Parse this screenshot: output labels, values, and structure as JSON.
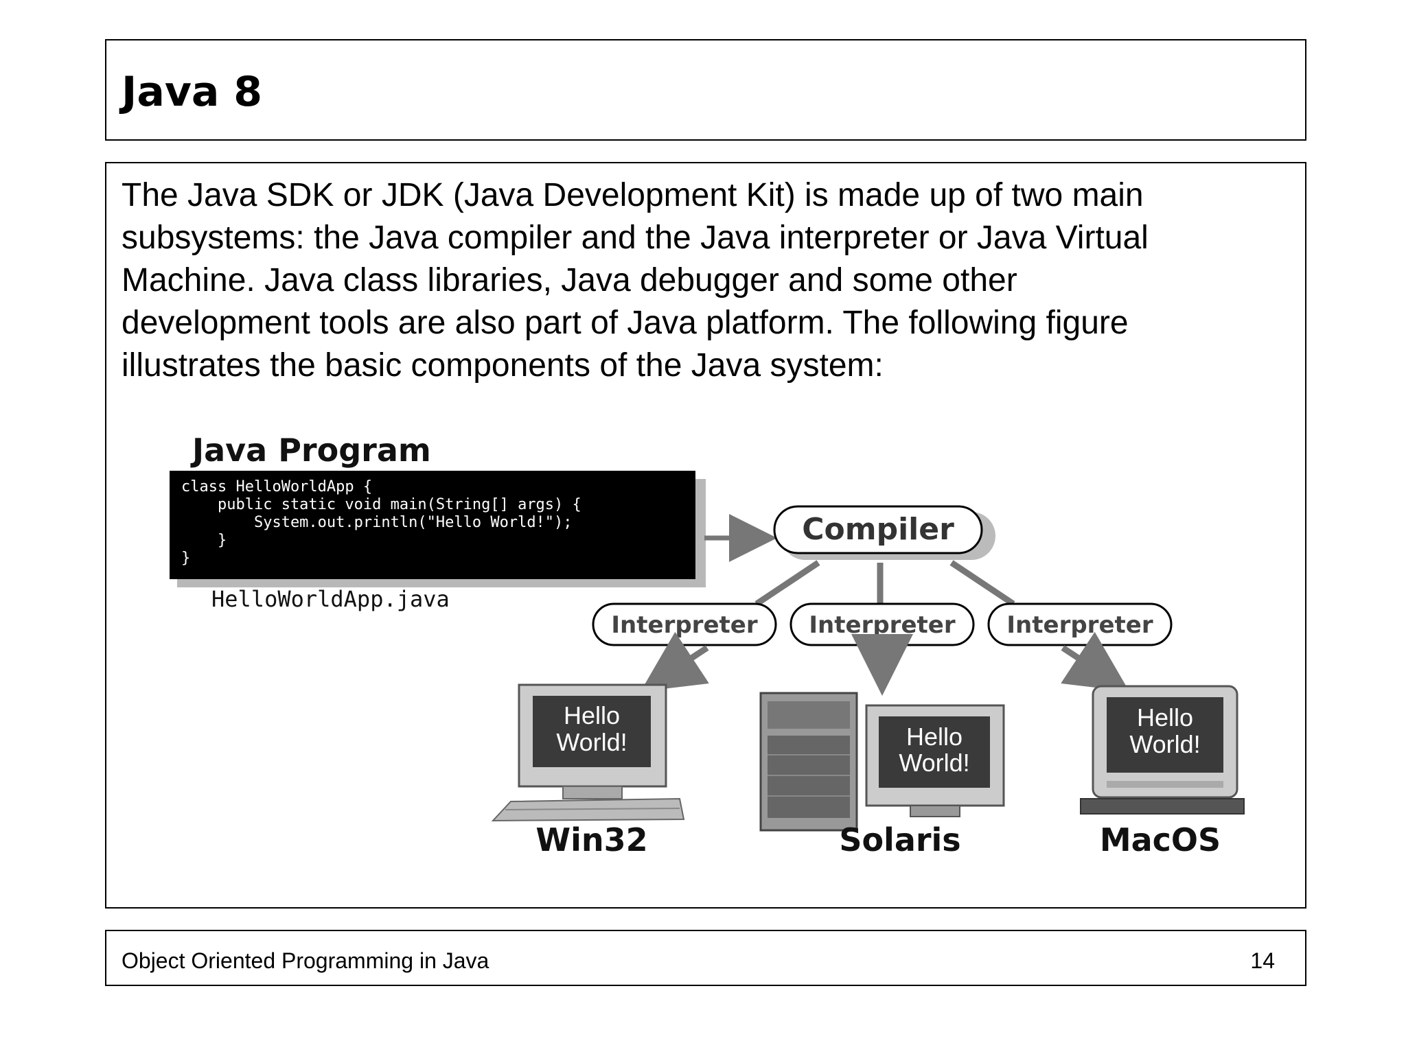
{
  "slide": {
    "title": "Java 8",
    "body_lines": [
      "The Java SDK or JDK (Java Development Kit) is made up of two main",
      "subsystems: the Java compiler and the Java interpreter or Java Virtual",
      "Machine.  Java class libraries, Java debugger and some other",
      "development tools are also part of Java platform.  The following figure",
      "illustrates the basic components of the Java system:"
    ],
    "footer_left": "Object Oriented Programming in Java",
    "footer_right": "14"
  },
  "diagram": {
    "program_heading": "Java Program",
    "code_lines": [
      "class HelloWorldApp {",
      "    public static void main(String[] args) {",
      "        System.out.println(\"Hello World!\");",
      "    }",
      "}"
    ],
    "file_name": "HelloWorldApp.java",
    "compiler_label": "Compiler",
    "interpreter_labels": [
      "Interpreter",
      "Interpreter",
      "Interpreter"
    ],
    "screen_line1": "Hello",
    "screen_line2": "World!",
    "platforms": [
      "Win32",
      "Solaris",
      "MacOS"
    ]
  }
}
